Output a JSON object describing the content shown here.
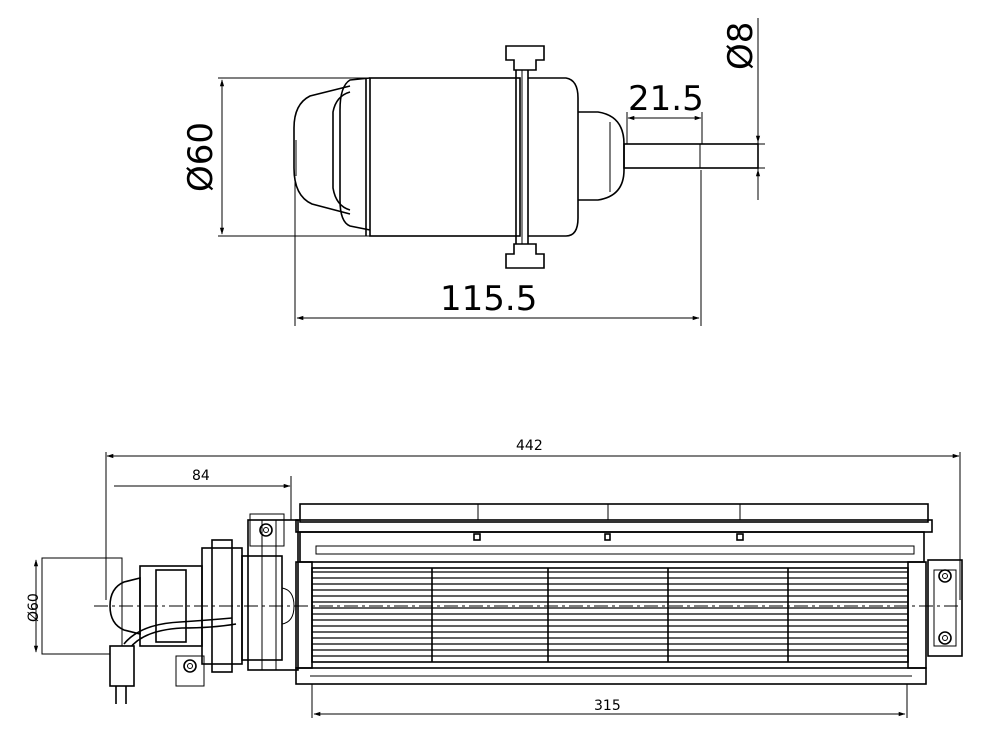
{
  "motor_view": {
    "diameter_label": "Ø60",
    "shaft_diameter_label": "Ø8",
    "shaft_length_label": "21.5",
    "overall_length_label": "115.5"
  },
  "assembly_view": {
    "total_length_label": "442",
    "motor_offset_label": "84",
    "diameter_label": "Ø60",
    "impeller_length_label": "315"
  }
}
